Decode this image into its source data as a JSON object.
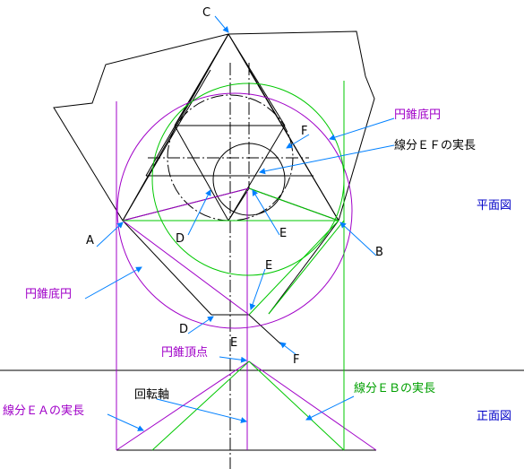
{
  "labels": {
    "C": "C",
    "F_top": "F",
    "A": "A",
    "B": "B",
    "D_top": "D",
    "E_top": "E",
    "E_mid": "E",
    "D_mid": "D",
    "F_mid": "F",
    "E_bottom": "E"
  },
  "annotations": {
    "cone_base_circle_top": "円錐底円",
    "true_length_ef": "線分ＥＦの実長",
    "plan_view": "平面図",
    "cone_base_circle_left": "円錐底円",
    "cone_apex": "円錐頂点",
    "rotation_axis": "回転軸",
    "true_length_ea": "線分ＥＡの実長",
    "true_length_eb": "線分ＥＢの実長",
    "front_view": "正面図"
  },
  "colors": {
    "black": "#000000",
    "blue": "#0000c8",
    "purple": "#a000c8",
    "green": "#00c800",
    "leader": "#0080ff"
  }
}
